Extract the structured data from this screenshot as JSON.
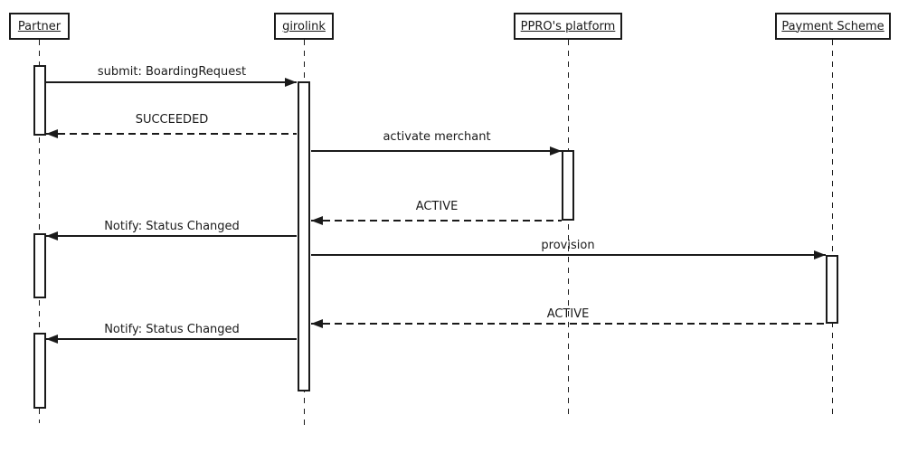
{
  "diagram": {
    "type": "uml-sequence-diagram",
    "colors": {
      "line": "#1a1a1a",
      "background": "#ffffff"
    },
    "actors": [
      {
        "id": "partner",
        "label": "Partner"
      },
      {
        "id": "girolink",
        "label": "girolink"
      },
      {
        "id": "ppro-platform",
        "label": "PPRO's platform"
      },
      {
        "id": "payment-scheme",
        "label": "Payment Scheme"
      }
    ],
    "messages": [
      {
        "from": "Partner",
        "to": "girolink",
        "label": "submit: BoardingRequest",
        "style": "solid"
      },
      {
        "from": "girolink",
        "to": "Partner",
        "label": "SUCCEEDED",
        "style": "dashed"
      },
      {
        "from": "girolink",
        "to": "PPRO's platform",
        "label": "activate merchant",
        "style": "solid"
      },
      {
        "from": "PPRO's platform",
        "to": "girolink",
        "label": "ACTIVE",
        "style": "dashed"
      },
      {
        "from": "girolink",
        "to": "Partner",
        "label": "Notify: Status Changed",
        "style": "solid"
      },
      {
        "from": "girolink",
        "to": "Payment Scheme",
        "label": "provision",
        "style": "solid"
      },
      {
        "from": "Payment Scheme",
        "to": "girolink",
        "label": "ACTIVE",
        "style": "dashed"
      },
      {
        "from": "girolink",
        "to": "Partner",
        "label": "Notify: Status Changed",
        "style": "solid"
      }
    ]
  }
}
